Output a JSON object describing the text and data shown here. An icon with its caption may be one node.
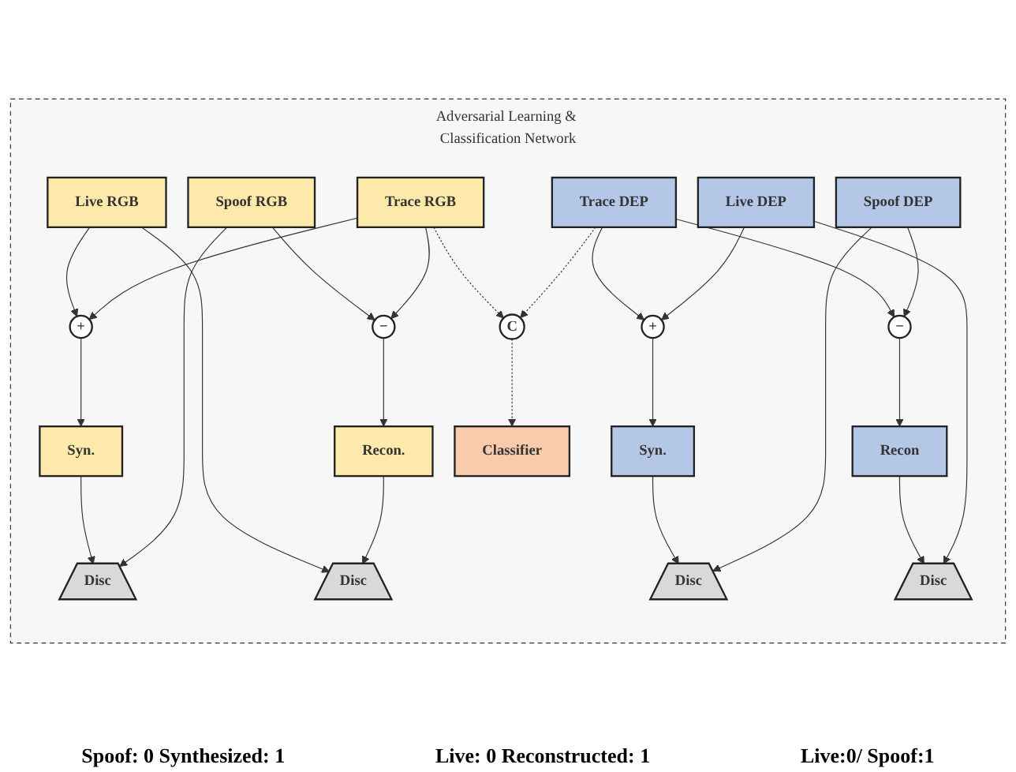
{
  "diagram": {
    "nodes": [
      {
        "text": [
          "Adversarial Learning & Classification Network"
        ]
      },
      {
        "text": [
          "Live RGB"
        ],
        "in": 0
      },
      {
        "text": [
          "Disc"
        ],
        "in": 0
      },
      {
        "text": [
          "Spoof RGB"
        ],
        "in": 0
      },
      {
        "text": [
          "Syn."
        ],
        "in": 0
      },
      {
        "text": [
          "+"
        ],
        "in": 0
      },
      {
        "text": [
          "−"
        ],
        "in": 0
      },
      {
        "text": [
          "Recon."
        ],
        "in": 0
      },
      {
        "text": [
          "Disc"
        ],
        "in": 0
      },
      {
        "text": [
          "Trace RGB"
        ],
        "in": 0
      },
      {
        "text": [
          "Disc"
        ],
        "in": 0
      },
      {
        "text": [
          "Syn."
        ],
        "in": 0
      },
      {
        "text": [
          "+"
        ],
        "in": 0
      },
      {
        "text": [
          "Trace DEP"
        ],
        "in": 0
      },
      {
        "text": [
          "−"
        ],
        "in": 0
      },
      {
        "text": [
          "Recon"
        ],
        "in": 0
      },
      {
        "text": [
          "Disc"
        ],
        "in": 0
      },
      {
        "text": [
          "Spoof DEP"
        ],
        "in": 0
      },
      {
        "text": [
          "Live DEP"
        ],
        "in": 0
      },
      {
        "text": [
          "C"
        ],
        "in": 0
      },
      {
        "text": [
          "Classifier"
        ],
        "in": 0
      }
    ],
    "edges": [
      {
        "from": 1,
        "to": 5,
        "arrow": "to"
      },
      {
        "from": 9,
        "to": 5,
        "arrow": "to"
      },
      {
        "from": 5,
        "to": 4,
        "arrow": "to"
      },
      {
        "from": 4,
        "to": 2,
        "arrow": "to"
      },
      {
        "from": 3,
        "to": 2,
        "arrow": "to"
      },
      {
        "from": 1,
        "to": 8,
        "arrow": "to"
      },
      {
        "from": 3,
        "to": 6,
        "arrow": "to"
      },
      {
        "from": 9,
        "to": 6,
        "arrow": "to"
      },
      {
        "from": 6,
        "to": 7,
        "arrow": "to"
      },
      {
        "from": 7,
        "to": 8,
        "arrow": "to"
      },
      {
        "from": 9,
        "to": 19,
        "arrow": "to",
        "style": "dashed"
      },
      {
        "from": 13,
        "to": 12,
        "arrow": "to"
      },
      {
        "from": 18,
        "to": 12,
        "arrow": "to"
      },
      {
        "from": 12,
        "to": 11,
        "arrow": "to"
      },
      {
        "from": 11,
        "to": 10,
        "arrow": "to"
      },
      {
        "from": 17,
        "to": 10,
        "arrow": "to"
      },
      {
        "from": 13,
        "to": 14,
        "arrow": "to"
      },
      {
        "from": 17,
        "to": 14,
        "arrow": "to"
      },
      {
        "from": 14,
        "to": 15,
        "arrow": "to"
      },
      {
        "from": 15,
        "to": 16,
        "arrow": "to"
      },
      {
        "from": 18,
        "to": 16,
        "arrow": "to"
      },
      {
        "from": 13,
        "to": 19,
        "arrow": "to",
        "style": "dashed"
      },
      {
        "from": 19,
        "to": 20,
        "arrow": "to",
        "style": "dashed"
      }
    ],
    "labels": [
      "Spoof: 0 Synthesized: 1",
      "Live: 0 Reconstructed: 1",
      "Live:0/ Spoof:1"
    ]
  }
}
